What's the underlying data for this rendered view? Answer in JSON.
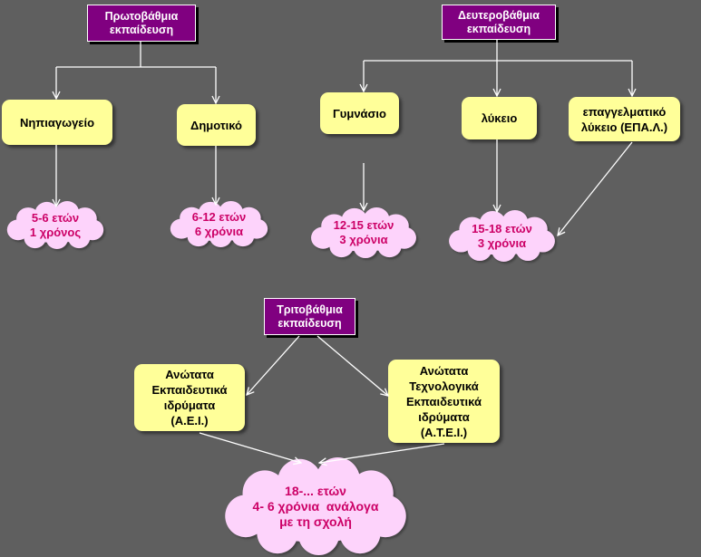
{
  "colors": {
    "background": "#5f5f5f",
    "level_box": "#800080",
    "level_text": "#ffffff",
    "school_box": "#ffff99",
    "school_text": "#000000",
    "cloud": "#fdd3fb",
    "cloud_text": "#cc0066",
    "arrow": "#ffffff"
  },
  "primary": {
    "title": [
      "Πρωτοβάθμια",
      "εκπαίδευση"
    ],
    "schools": [
      {
        "label": [
          "Νηπιαγωγείο"
        ],
        "cloud": [
          "5-6 ετών",
          "1 χρόνος"
        ]
      },
      {
        "label": [
          "Δημοτικό"
        ],
        "cloud": [
          "6-12 ετών",
          "6 χρόνια"
        ]
      }
    ]
  },
  "secondary": {
    "title": [
      "Δευτεροβάθμια",
      "εκπαίδευση"
    ],
    "schools": [
      {
        "label": [
          "Γυμνάσιο"
        ],
        "cloud": [
          "12-15 ετών",
          "3 χρόνια"
        ]
      },
      {
        "label": [
          "λύκειο"
        ],
        "cloud": [
          "15-18 ετών",
          "3 χρόνια"
        ]
      },
      {
        "label": [
          "επαγγελματικό",
          "λύκειο (ΕΠΑ.Λ.)"
        ]
      }
    ]
  },
  "tertiary": {
    "title": [
      "Τριτοβάθμια",
      "εκπαίδευση"
    ],
    "schools": [
      {
        "label": [
          "Ανώτατα",
          "Εκπαιδευτικά",
          "ιδρύματα",
          "(Α.Ε.Ι.)"
        ]
      },
      {
        "label": [
          "Ανώτατα",
          "Τεχνολογικά",
          "Εκπαιδευτικά",
          "ιδρύματα",
          "(Α.Τ.Ε.Ι.)"
        ]
      }
    ],
    "cloud": [
      "18-... ετών",
      "4- 6 χρόνια  ανάλογα",
      "με τη σχολή"
    ]
  }
}
